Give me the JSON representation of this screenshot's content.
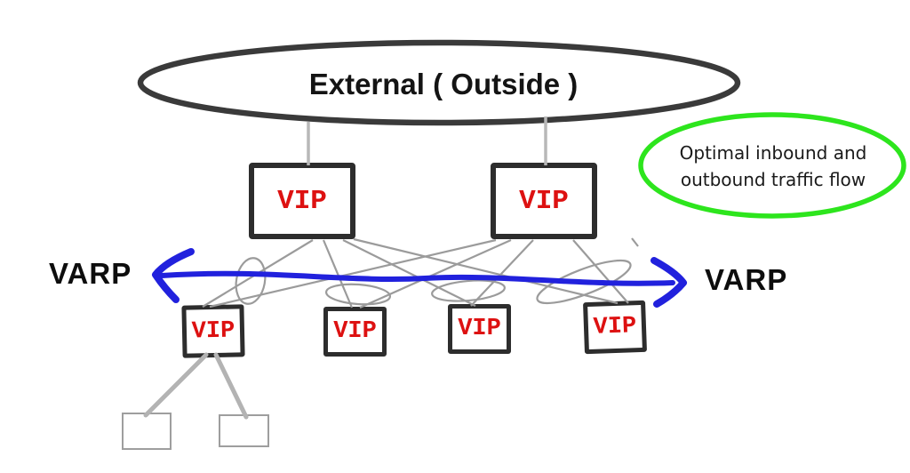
{
  "diagram": {
    "external_label": "External ( Outside )",
    "varp_left_label": "VARP",
    "varp_right_label": "VARP",
    "note": {
      "line1": "Optimal inbound and",
      "line2": "outbound traffic flow"
    },
    "upper_vips": [
      {
        "label": "VIP"
      },
      {
        "label": "VIP"
      }
    ],
    "lower_vips": [
      {
        "label": "VIP"
      },
      {
        "label": "VIP"
      },
      {
        "label": "VIP"
      },
      {
        "label": "VIP"
      }
    ],
    "colors": {
      "vip_text": "#dd1111",
      "varp_arrow": "#2121dd",
      "note_ring": "#2de51d",
      "dark_outline": "#3a3a3a",
      "mesh_line": "#9b9b9b",
      "thick_link": "#b3b3b3"
    }
  }
}
